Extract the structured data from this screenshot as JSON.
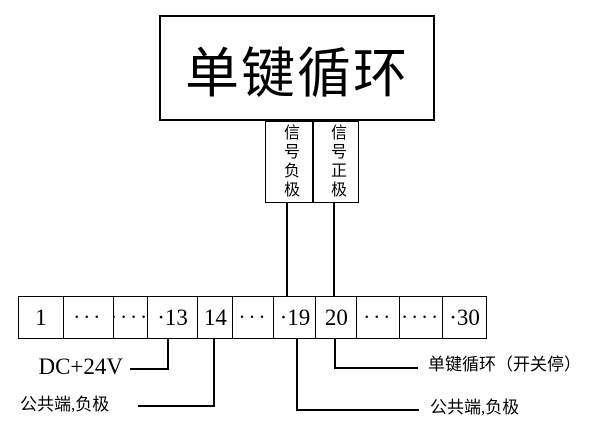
{
  "title_box": {
    "label": "单键循环"
  },
  "signal_labels": {
    "negative": "信号负极",
    "positive": "信号正极"
  },
  "terminal_strip": {
    "cells": [
      "1",
      "···",
      "····",
      "·13",
      "14",
      "···",
      "·19",
      "20",
      "···",
      "····",
      "·30"
    ]
  },
  "connections": {
    "dc_power": "DC+24V",
    "common_negative_left": "公共端,负极",
    "single_key_cycle": "单键循环（开关停）",
    "common_negative_right": "公共端,负极"
  },
  "colors": {
    "line": "#000000",
    "text": "#000000",
    "background": "#ffffff"
  }
}
